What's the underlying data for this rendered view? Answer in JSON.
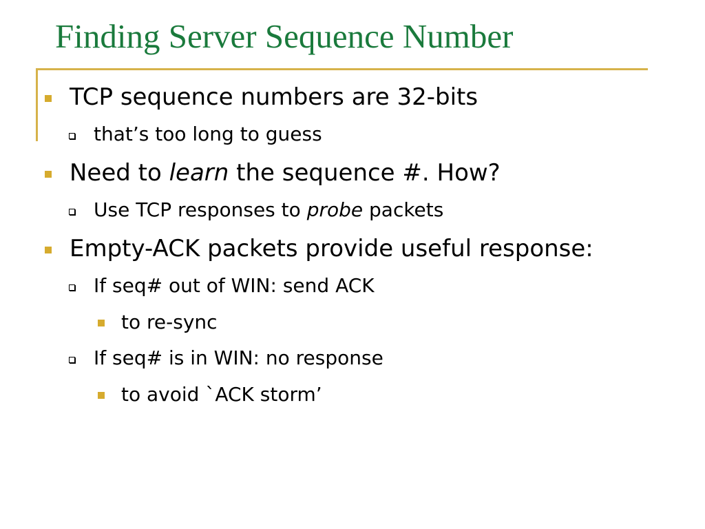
{
  "slide": {
    "title": "Finding Server Sequence Number",
    "items": [
      {
        "level": 1,
        "runs": [
          {
            "text": "TCP sequence numbers are 32-bits"
          }
        ]
      },
      {
        "level": 2,
        "runs": [
          {
            "text": "that’s too long to guess"
          }
        ]
      },
      {
        "level": 1,
        "runs": [
          {
            "text": "Need to "
          },
          {
            "text": "learn",
            "italic": true
          },
          {
            "text": " the sequence #. How?"
          }
        ]
      },
      {
        "level": 2,
        "runs": [
          {
            "text": "Use TCP responses to "
          },
          {
            "text": "probe",
            "italic": true
          },
          {
            "text": " packets"
          }
        ]
      },
      {
        "level": 1,
        "runs": [
          {
            "text": "Empty-ACK packets provide useful response:"
          }
        ]
      },
      {
        "level": 2,
        "runs": [
          {
            "text": "If seq# out of WIN: send ACK"
          }
        ]
      },
      {
        "level": 3,
        "runs": [
          {
            "text": "to re-sync"
          }
        ]
      },
      {
        "level": 2,
        "runs": [
          {
            "text": "If seq# is in WIN: no response"
          }
        ]
      },
      {
        "level": 3,
        "runs": [
          {
            "text": "to avoid `ACK storm’"
          }
        ]
      }
    ]
  },
  "colors": {
    "title": "#1a7a3c",
    "rule": "#d6b24a",
    "bullet_fill": "#d6ab2e",
    "text": "#000000"
  },
  "icons": {
    "level1": "filled-square-bullet-icon",
    "level2": "hollow-square-bullet-icon",
    "level3": "filled-square-bullet-icon"
  }
}
